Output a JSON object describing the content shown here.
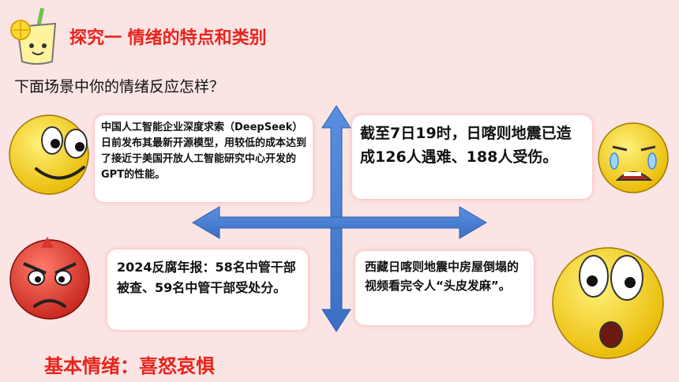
{
  "header": {
    "title": "探究一 情绪的特点和类别"
  },
  "question": "下面场景中你的情绪反应怎样？",
  "scenarios": [
    {
      "text": "中国人工智能企业深度求索（DeepSeek）日前发布其最新开源模型，用较低的成本达到了接近于美国开放人工智能研究中心开发的GPT的性能。"
    },
    {
      "text": "截至7日19时，日喀则地震已造成126人遇难、188人受伤。"
    },
    {
      "text": "2024反腐年报：58名中管干部被查、59名中管干部受处分。"
    },
    {
      "text": "西藏日喀则地震中房屋倒塌的视频看完令人“头皮发麻”。"
    }
  ],
  "footer": "基本情绪：喜怒哀惧",
  "colors": {
    "title": "#e8241c",
    "background": "#fbe4e4",
    "arrow": "#4a7fd0",
    "face": "#f7d528",
    "angry_face": "#e8453c"
  },
  "icons": [
    "lemonade-icon",
    "happy-face-icon",
    "crying-face-icon",
    "angry-face-icon",
    "scared-face-icon",
    "cross-arrows-icon"
  ]
}
